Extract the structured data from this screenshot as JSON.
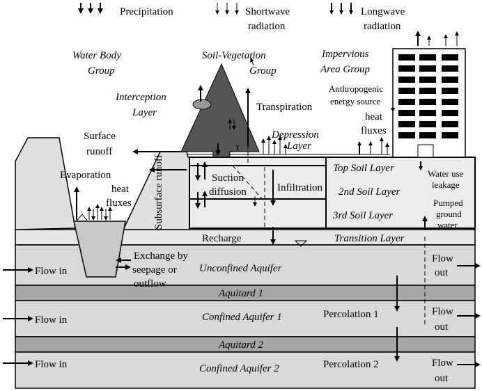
{
  "legend": {
    "precipitation": "Precipitation",
    "shortwave_1": "Shortwave",
    "shortwave_2": "radiation",
    "longwave_1": "Longwave",
    "longwave_2": "radiation"
  },
  "groups": {
    "water_body_1": "Water Body",
    "water_body_2": "Group",
    "soil_veg_1": "Soil-Vegetation",
    "soil_veg_2": "Group",
    "impervious_1": "Impervious",
    "impervious_2": "Area Group",
    "interception_1": "Interception",
    "interception_2": "Layer",
    "depression_1": "Depression",
    "depression_2": "Layer"
  },
  "processes": {
    "transpiration": "Transpiration",
    "anthro_1": "Anthropogenic",
    "anthro_2": "energy source",
    "heat_fluxes_1": "heat",
    "heat_fluxes_2": "fluxes",
    "surface_runoff_1": "Surface",
    "surface_runoff_2": "runoff",
    "tau": "τ",
    "evaporation": "Evaporation",
    "heat_fluxes_left_1": "heat",
    "heat_fluxes_left_2": "fluxes",
    "subsurface_runoff": "Subsurface runoff",
    "suction_1": "Suction",
    "suction_2": "diffusion",
    "infiltration": "Infiltration",
    "water_use_1": "Water use",
    "water_use_2": "leakage",
    "pumped_1": "Pumped",
    "pumped_2": "ground",
    "pumped_3": "water",
    "recharge": "Recharge",
    "exchange_1": "Exchange by",
    "exchange_2": "seepage or",
    "exchange_3": "outflow",
    "percolation_1": "Percolation 1",
    "percolation_2": "Percolation 2"
  },
  "layers": {
    "top_soil": "Top Soil Layer",
    "second_soil": "2nd Soil Layer",
    "third_soil": "3rd Soil Layer",
    "transition": "Transition Layer",
    "unconfined": "Unconfined Aquifer",
    "aquitard_1": "Aquitard 1",
    "confined_1": "Confined Aquifer 1",
    "aquitard_2": "Aquitard 2",
    "confined_2": "Confined Aquifer 2"
  },
  "flows": {
    "flow_in_1": "Flow in",
    "flow_in_2": "Flow in",
    "flow_in_3": "Flow in",
    "flow_out_1a": "Flow",
    "flow_out_1b": "out",
    "flow_out_2a": "Flow",
    "flow_out_2b": "out",
    "flow_out_3a": "Flow",
    "flow_out_3b": "out"
  },
  "colors": {
    "aquifer": "#d9d9d9",
    "aquitard": "#a6a6a6",
    "transition": "#e6e6e6",
    "bank": "#e0e0e0",
    "water": "#c8c8c8",
    "tree": "#555555",
    "building": "#ffffff"
  }
}
